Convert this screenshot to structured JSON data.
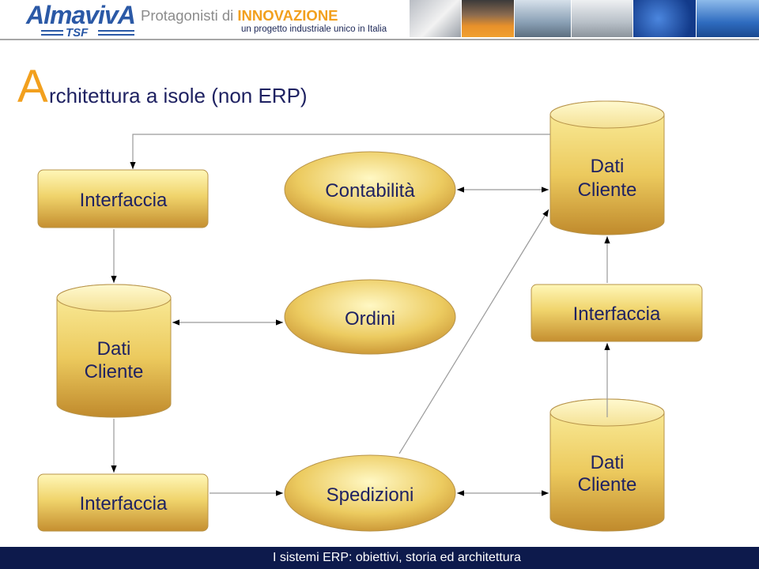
{
  "header": {
    "logo_text": "AlmavivA",
    "logo_sub": "TSF",
    "tagline_prefix": "Protagonisti di",
    "tagline_highlight": "INNOVAZIONE",
    "subtitle": "un progetto industriale unico in Italia"
  },
  "title": {
    "initial": "A",
    "rest": "rchitettura a isole (non ERP)"
  },
  "diagram": {
    "interfaccia_top": "Interfaccia",
    "contabilita": "Contabilità",
    "dati_cliente_top": {
      "line1": "Dati",
      "line2": "Cliente"
    },
    "dati_cliente_left": {
      "line1": "Dati",
      "line2": "Cliente"
    },
    "ordini": "Ordini",
    "interfaccia_right": "Interfaccia",
    "dati_cliente_bottom": {
      "line1": "Dati",
      "line2": "Cliente"
    },
    "interfaccia_bottom": "Interfaccia",
    "spedizioni": "Spedizioni"
  },
  "footer": {
    "text": "I sistemi ERP: obiettivi, storia ed architettura"
  },
  "colors": {
    "accent": "#f2a01e",
    "navy": "#1f2262",
    "footer_bg": "#0d1a4c",
    "tagline_gray": "#8c8c8c",
    "logo_blue": "#2b59a6"
  }
}
